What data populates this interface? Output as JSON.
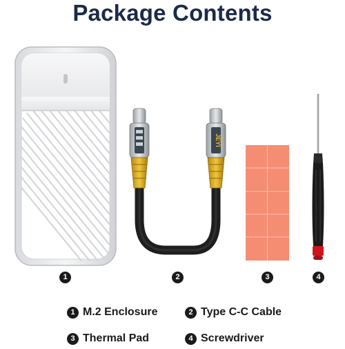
{
  "title": "Package Contents",
  "markers": [
    "1",
    "2",
    "3",
    "4"
  ],
  "brand": "JEYI",
  "legend": [
    {
      "num": "1",
      "label": "M.2 Enclosure"
    },
    {
      "num": "2",
      "label": "Type C-C Cable"
    },
    {
      "num": "3",
      "label": "Thermal Pad"
    },
    {
      "num": "4",
      "label": "Screwdriver"
    }
  ],
  "colors": {
    "title": "#1c2a4a",
    "accent_yellow": "#e8b82a",
    "thermal_pad": "#f58d73",
    "screwdriver_red": "#d0141c"
  }
}
